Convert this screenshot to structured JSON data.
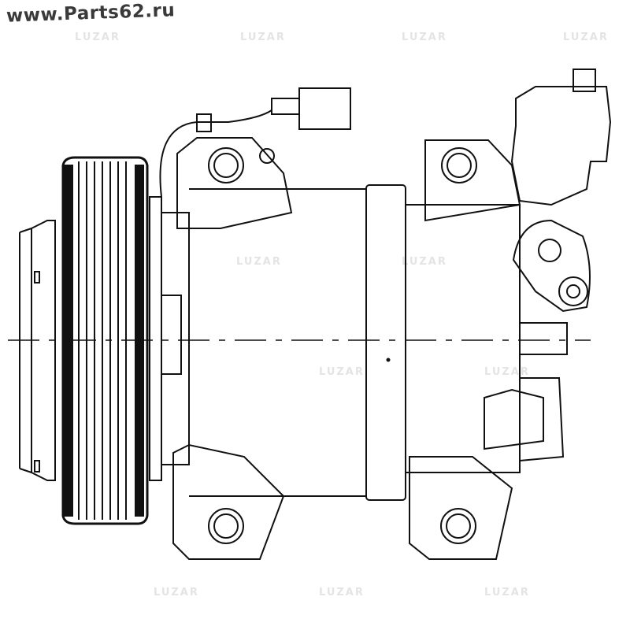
{
  "site_url": "www.Parts62.ru",
  "watermark_brand": "LUZAR",
  "drawing": {
    "subject": "compressor-line-drawing",
    "line_color": "#111111"
  }
}
